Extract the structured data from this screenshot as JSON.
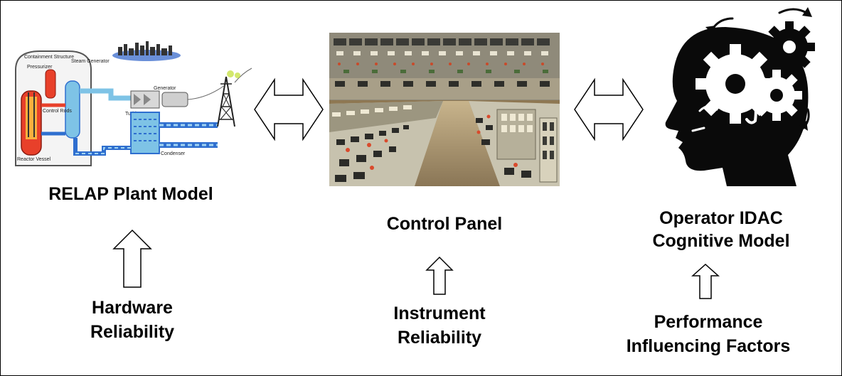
{
  "figure": {
    "background": "#ffffff",
    "border_color": "#000000",
    "accent_colors": {
      "vessel_red": "#e8402a",
      "coolant_blue": "#2f6fcf",
      "steam_blue": "#7ec3e6",
      "head_black": "#0a0a0a"
    }
  },
  "nodes": {
    "plant_model": {
      "title": "RELAP Plant Model",
      "image_icon": "nuclear-plant-schematic",
      "schematic_labels": {
        "containment": "Containment Structure",
        "pressurizer": "Pressurizer",
        "steam_generator": "Steam Generator",
        "generator": "Generator",
        "turbine": "Turbine",
        "control_rods": "Control Rods",
        "reactor_vessel": "Reactor Vessel",
        "condenser": "Condenser"
      }
    },
    "control_panel": {
      "title": "Control Panel",
      "image_icon": "control-room-photo"
    },
    "operator_model": {
      "title_line1": "Operator IDAC",
      "title_line2": "Cognitive Model",
      "image_icon": "head-with-gears"
    }
  },
  "inputs": {
    "hardware": {
      "line1": "Hardware",
      "line2": "Reliability"
    },
    "instrument": {
      "line1": "Instrument",
      "line2": "Reliability"
    },
    "performance": {
      "line1": "Performance",
      "line2": "Influencing Factors"
    }
  },
  "connectors": {
    "horizontal": [
      "double-arrow-plant-panel",
      "double-arrow-panel-operator"
    ],
    "vertical": [
      "up-arrow-hardware",
      "up-arrow-instrument",
      "up-arrow-performance"
    ]
  }
}
